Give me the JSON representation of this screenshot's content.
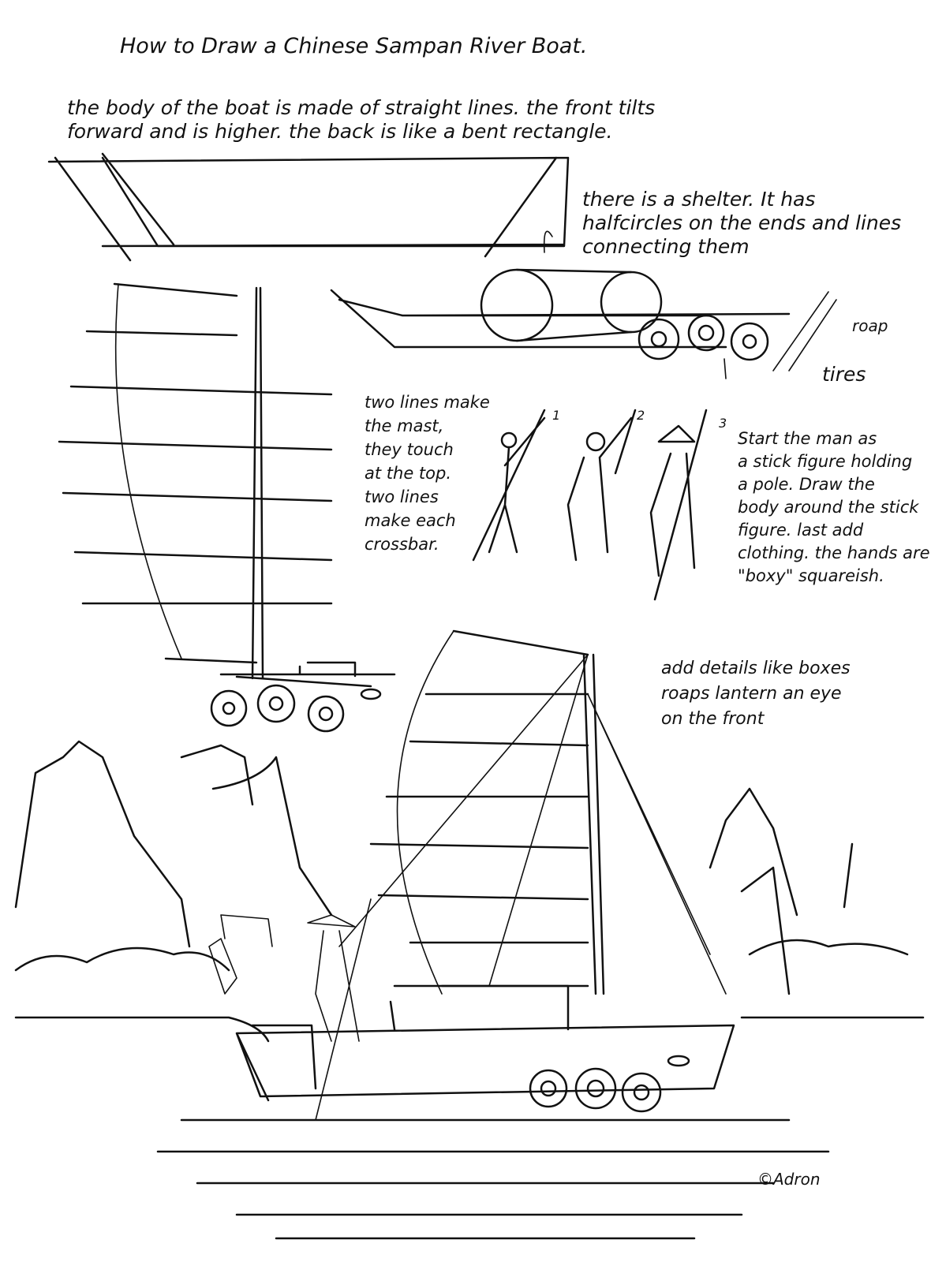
{
  "title": "How to Draw a Chinese Sampan River Boat.",
  "steps": {
    "hull": "the body of the boat is made of straight lines.  the front tilts\nforward and is higher.  the back is like a bent rectangle.",
    "shelter": "there is a shelter. It has\nhalfcircles on the ends and lines\nconnecting them",
    "roap_label": "roap",
    "tires_label": "tires",
    "mast": "two lines make\nthe mast,\nthey touch\nat the top.\ntwo lines\nmake each\ncrossbar.",
    "figure_numbers": [
      "1",
      "2",
      "3"
    ],
    "man": "Start the man as\na stick figure holding\na pole.  Draw the\nbody around the stick\nfigure. last add\nclothing. the hands are\n\"boxy\" squareish.",
    "details": "add details like boxes\nroaps lantern an eye\non the front"
  },
  "signature": "©Adron"
}
